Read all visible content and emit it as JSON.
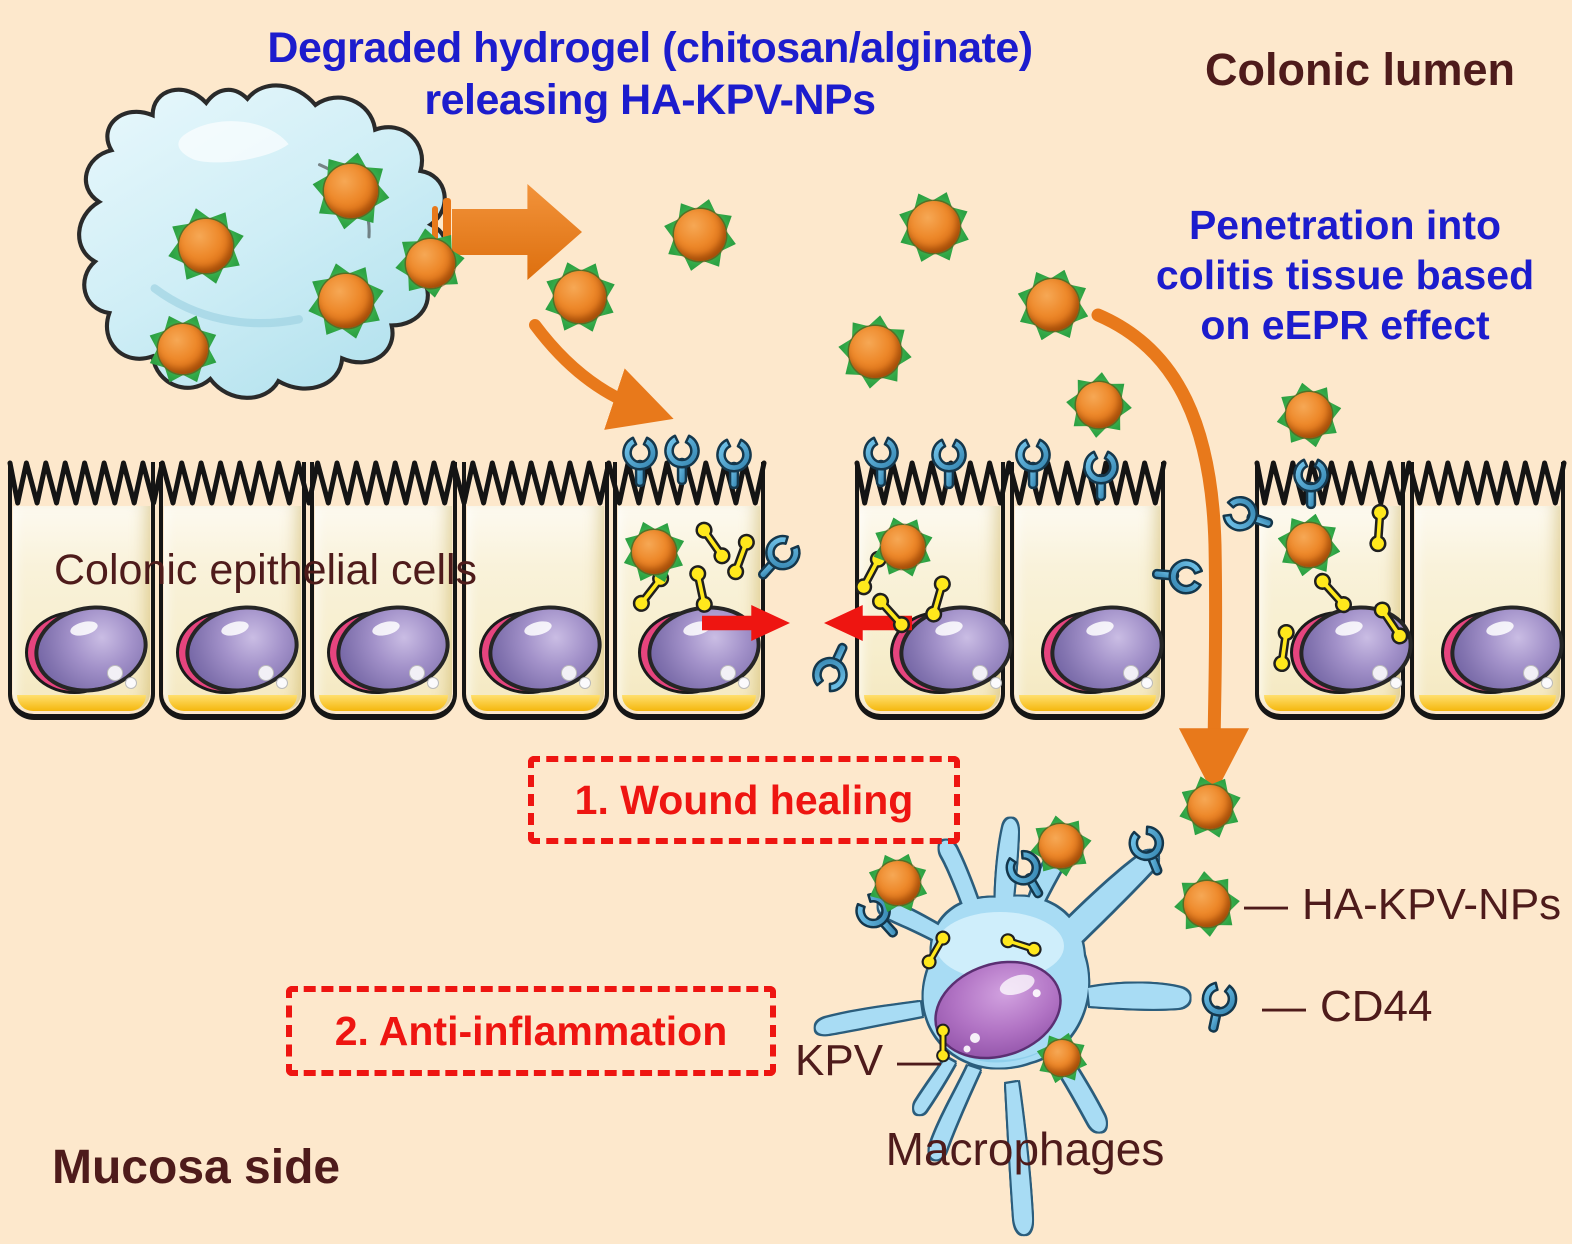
{
  "scene": {
    "title": {
      "line1": "Degraded hydrogel (chitosan/alginate)",
      "line2": "releasing HA-KPV-NPs"
    },
    "lumen_label": "Colonic lumen",
    "penetration": {
      "line1": "Penetration into",
      "line2": "colitis tissue based",
      "line3": "on eEPR effect"
    },
    "epithelial_label": "Colonic epithelial cells",
    "steps": {
      "wound": "1. Wound healing",
      "anti": "2. Anti-inflammation"
    },
    "mucosa_label": "Mucosa side",
    "macrophages_label": "Macrophages",
    "legend": {
      "dash": "—",
      "np_label": "HA-KPV-NPs",
      "receptor_label": "CD44",
      "peptide_label": "KPV"
    },
    "colors": {
      "background_peach": "#fde8cc",
      "title_blue": "#1c1ccd",
      "label_maroon": "#4e1b1b",
      "step_red": "#ee1511",
      "np_core_orange": "#e87c1e",
      "np_corona_green": "#2ea344",
      "receptor_blue": "#4aa3cf",
      "peptide_yellow": "#ffe81c",
      "hydrogel_blue": "#cfeef6",
      "macrophage_blue": "#a8dcf4",
      "cell_cream": "#f8f0d3",
      "arrow_orange": "#e8791b"
    }
  }
}
